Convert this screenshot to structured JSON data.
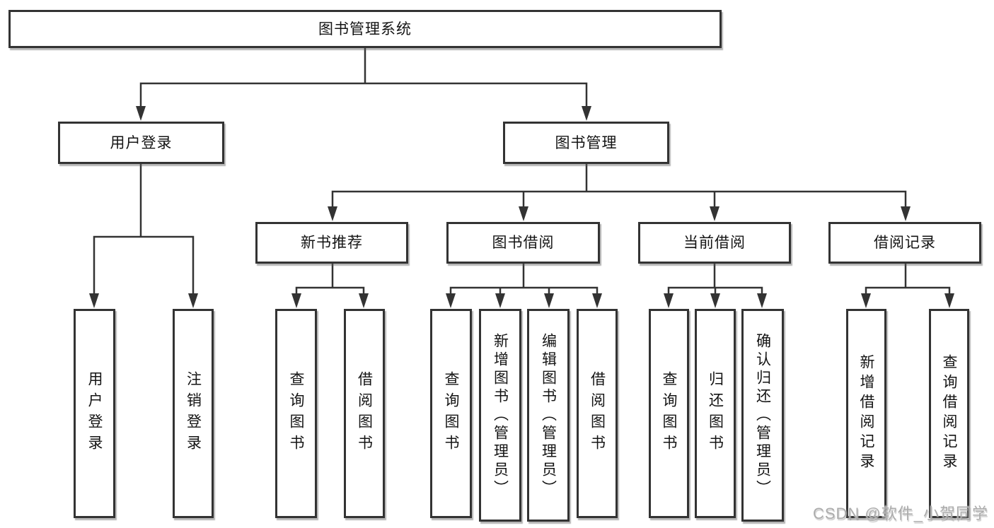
{
  "colors": {
    "background": "#ffffff",
    "line": "#333333",
    "box_border": "#333333",
    "box_fill": "#ffffff",
    "text": "#141414",
    "watermark": "#ababab"
  },
  "watermark": {
    "text": "CSDN @软件_小贺同学"
  },
  "tree": {
    "root": {
      "label": "图书管理系统"
    },
    "branches": [
      {
        "label": "用户登录",
        "children": [
          {
            "label": "用户登录"
          },
          {
            "label": "注销登录"
          }
        ]
      },
      {
        "label": "图书管理",
        "children": [
          {
            "label": "新书推荐",
            "children": [
              {
                "label": "查询图书"
              },
              {
                "label": "借阅图书"
              }
            ]
          },
          {
            "label": "图书借阅",
            "children": [
              {
                "label": "查询图书"
              },
              {
                "label": "新增图书（管理员）"
              },
              {
                "label": "编辑图书（管理员）"
              },
              {
                "label": "借阅图书"
              }
            ]
          },
          {
            "label": "当前借阅",
            "children": [
              {
                "label": "查询图书"
              },
              {
                "label": "归还图书"
              },
              {
                "label": "确认归还（管理员）"
              }
            ]
          },
          {
            "label": "借阅记录",
            "children": [
              {
                "label": "新增借阅记录"
              },
              {
                "label": "查询借阅记录"
              }
            ]
          }
        ]
      }
    ]
  }
}
